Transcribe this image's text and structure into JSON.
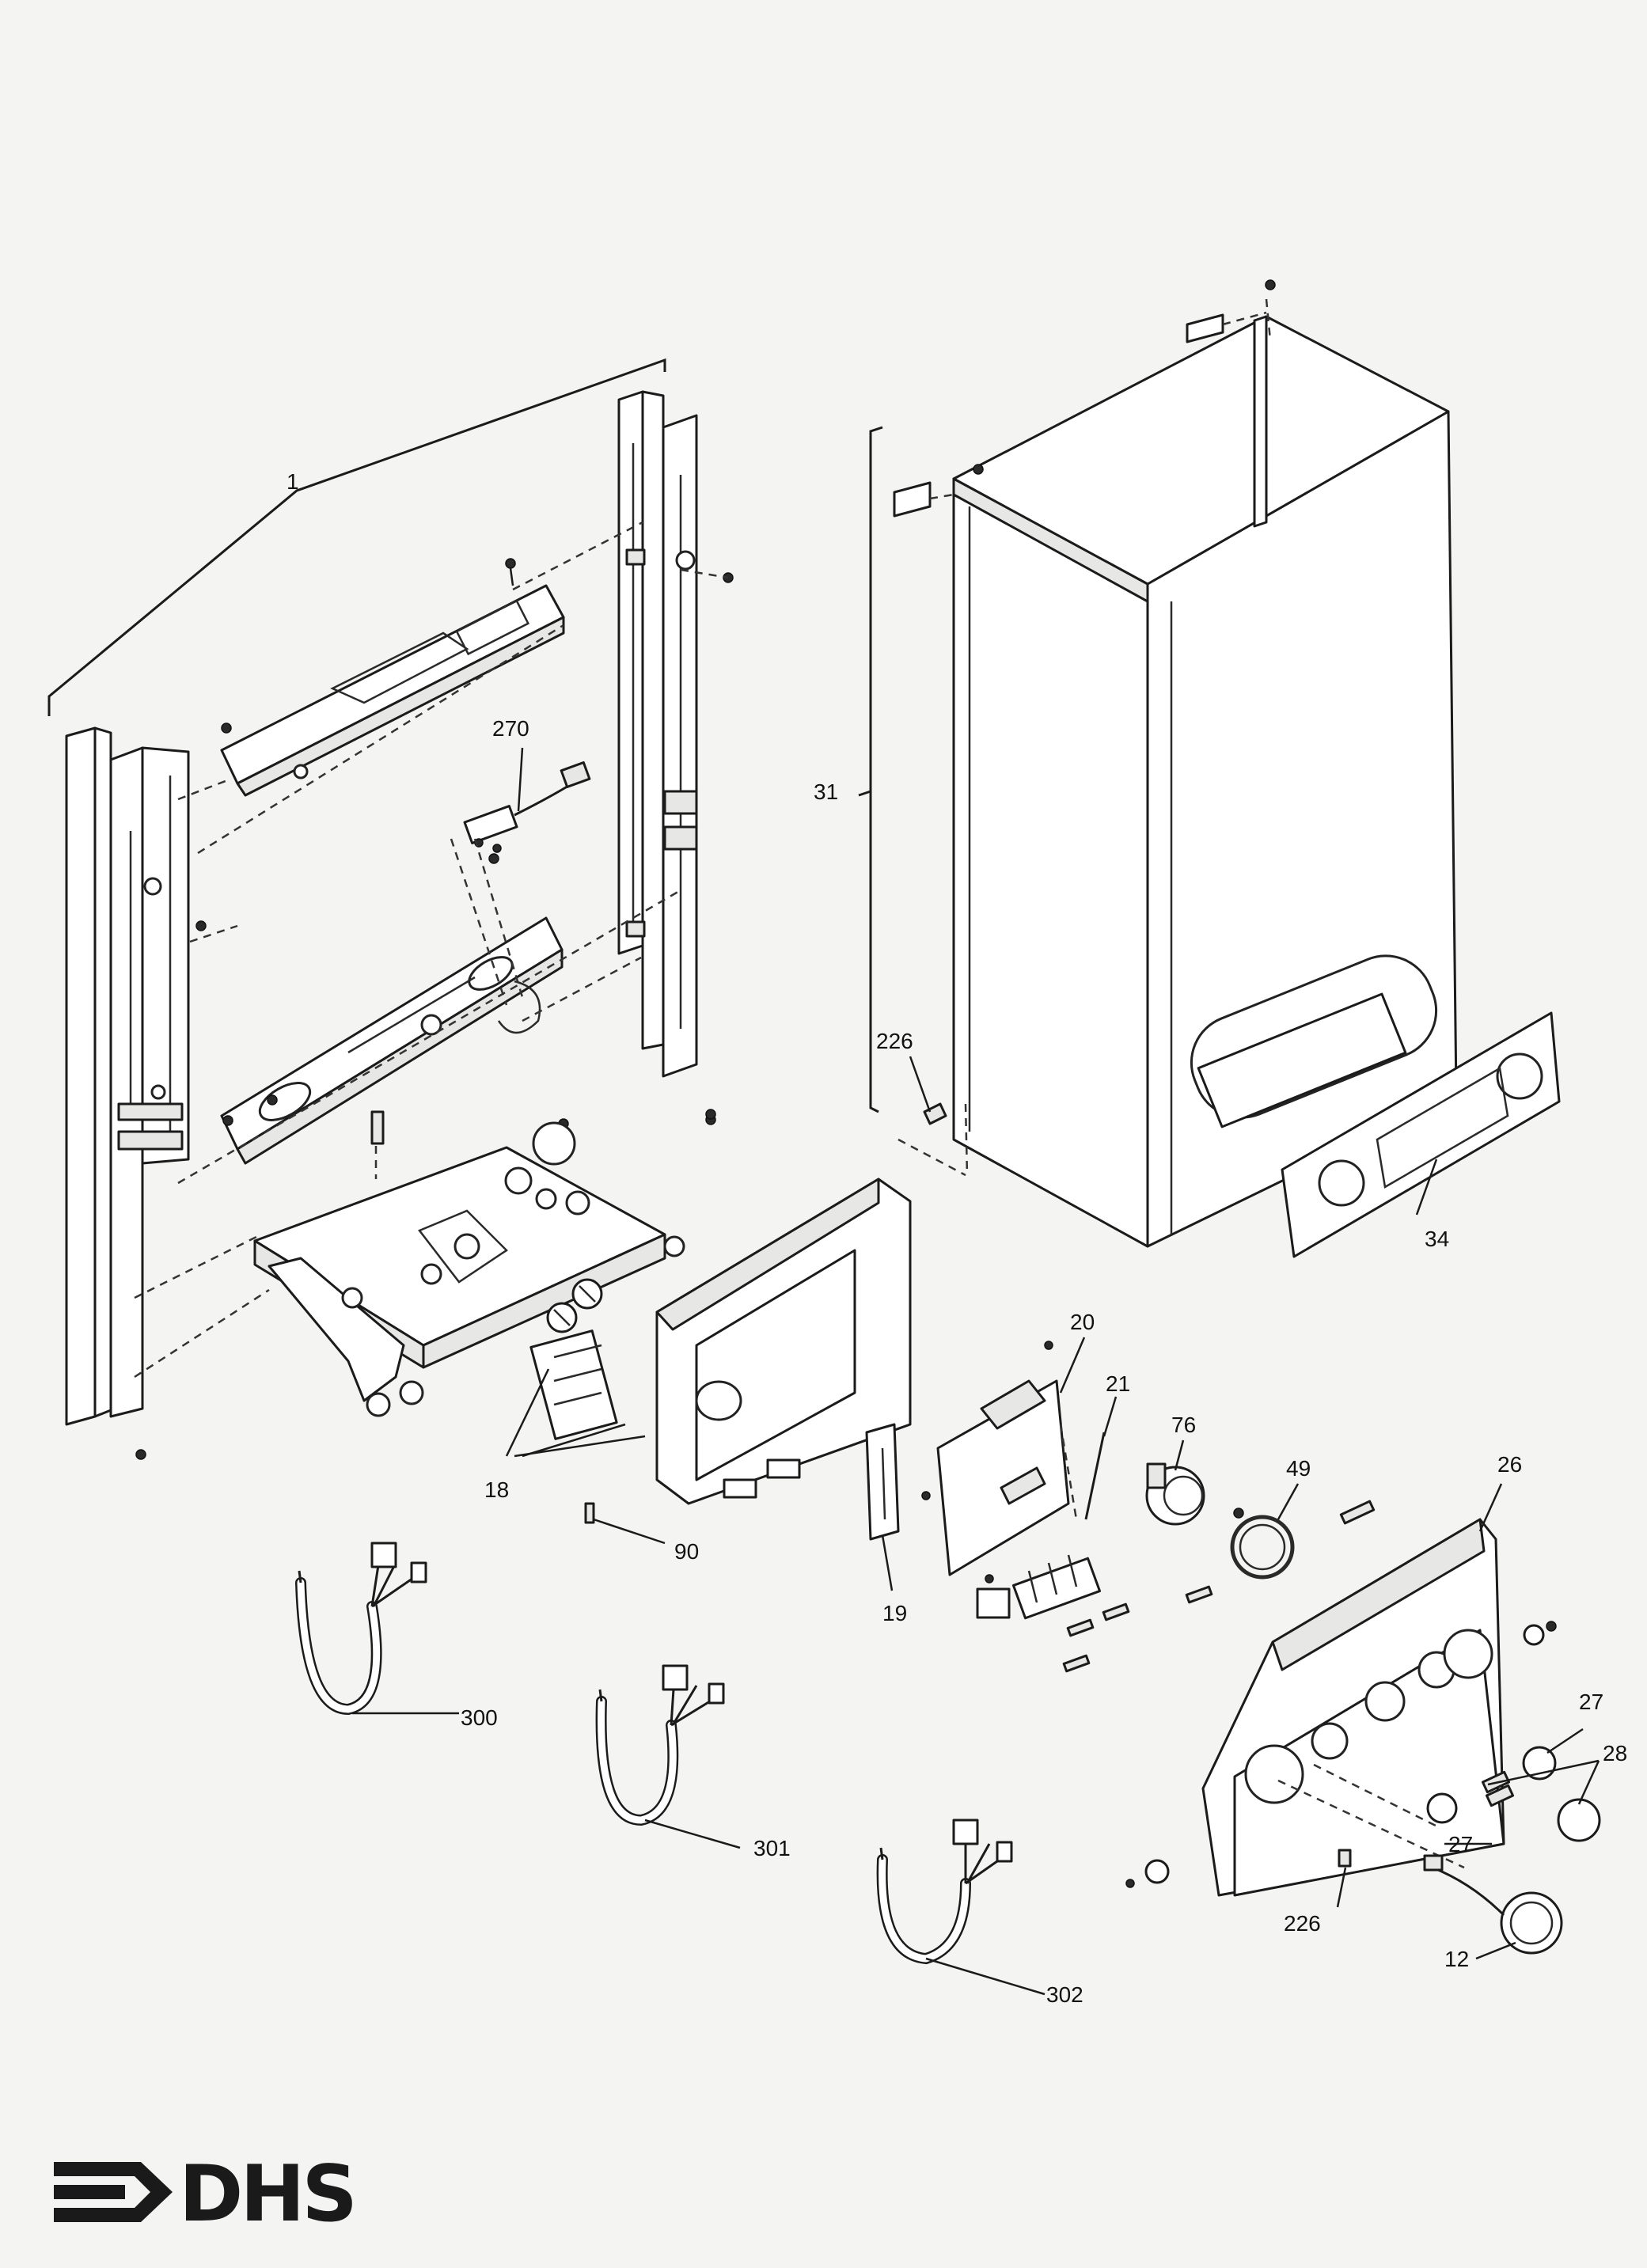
{
  "callouts": [
    {
      "id": "c1",
      "label": "1"
    },
    {
      "id": "c270",
      "label": "270"
    },
    {
      "id": "c31",
      "label": "31"
    },
    {
      "id": "c226a",
      "label": "226"
    },
    {
      "id": "c34",
      "label": "34"
    },
    {
      "id": "c20",
      "label": "20"
    },
    {
      "id": "c21",
      "label": "21"
    },
    {
      "id": "c76",
      "label": "76"
    },
    {
      "id": "c49",
      "label": "49"
    },
    {
      "id": "c26",
      "label": "26"
    },
    {
      "id": "c18",
      "label": "18"
    },
    {
      "id": "c90",
      "label": "90"
    },
    {
      "id": "c19",
      "label": "19"
    },
    {
      "id": "c300",
      "label": "300"
    },
    {
      "id": "c301",
      "label": "301"
    },
    {
      "id": "c302",
      "label": "302"
    },
    {
      "id": "c27a",
      "label": "27"
    },
    {
      "id": "c28",
      "label": "28"
    },
    {
      "id": "c27b",
      "label": "27"
    },
    {
      "id": "c226b",
      "label": "226"
    },
    {
      "id": "c12",
      "label": "12"
    }
  ],
  "logo": {
    "text": "DHS",
    "icon": "dhs-arrow-logo-icon"
  }
}
